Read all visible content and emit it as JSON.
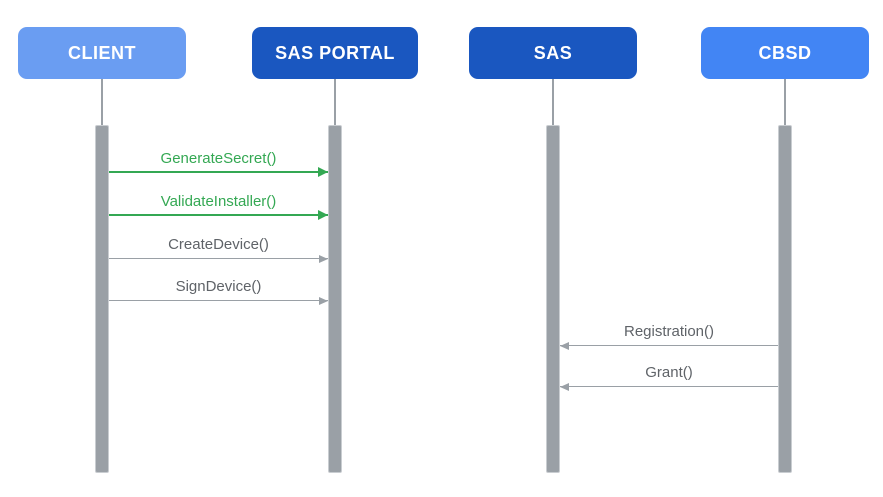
{
  "diagram": {
    "type": "sequence-diagram",
    "actors": [
      {
        "id": "client",
        "label": "CLIENT",
        "color": "#6A9DF2"
      },
      {
        "id": "sas-portal",
        "label": "SAS PORTAL",
        "color": "#1A57C0"
      },
      {
        "id": "sas",
        "label": "SAS",
        "color": "#1A57C0"
      },
      {
        "id": "cbsd",
        "label": "CBSD",
        "color": "#4285F4"
      }
    ],
    "messages": [
      {
        "label": "GenerateSecret()",
        "from": "CLIENT",
        "to": "SAS PORTAL",
        "color": "#34A853",
        "direction": "right"
      },
      {
        "label": "ValidateInstaller()",
        "from": "CLIENT",
        "to": "SAS PORTAL",
        "color": "#34A853",
        "direction": "right"
      },
      {
        "label": "CreateDevice()",
        "from": "CLIENT",
        "to": "SAS PORTAL",
        "color": "#9AA0A6",
        "direction": "right"
      },
      {
        "label": "SignDevice()",
        "from": "CLIENT",
        "to": "SAS PORTAL",
        "color": "#9AA0A6",
        "direction": "right"
      },
      {
        "label": "Registration()",
        "from": "CBSD",
        "to": "SAS",
        "color": "#9AA0A6",
        "direction": "left"
      },
      {
        "label": "Grant()",
        "from": "CBSD",
        "to": "SAS",
        "color": "#9AA0A6",
        "direction": "left"
      }
    ]
  },
  "colors": {
    "light-blue": "#6A9DF2",
    "dark-blue": "#1A57C0",
    "medium-blue": "#4285F4",
    "green": "#34A853",
    "gray-line": "#9AA0A6",
    "gray-bar": "#9AA0A6",
    "gray-text": "#5F6368",
    "background": "#FFFFFF"
  }
}
